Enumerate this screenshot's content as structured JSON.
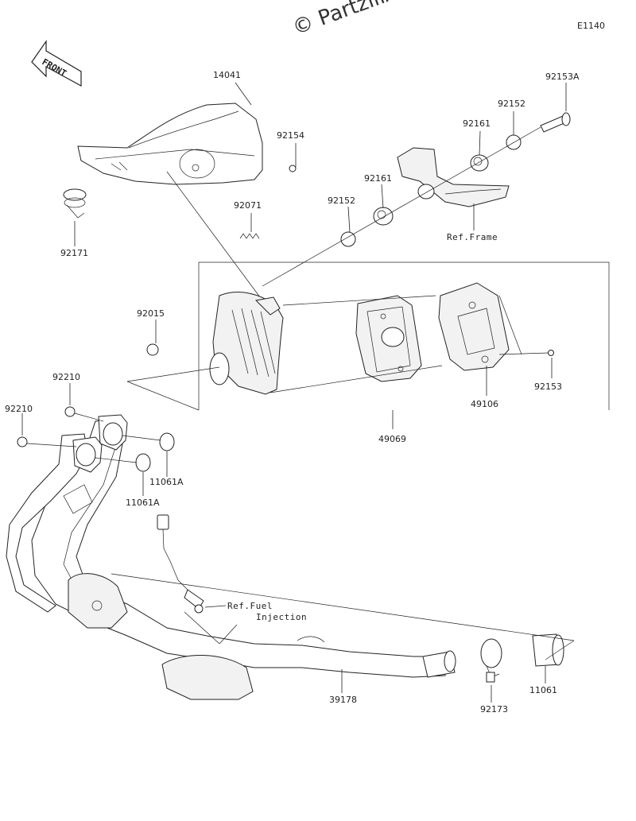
{
  "watermark": "© PartzillA",
  "diagram_code": "E1140",
  "front_label": "FRONT",
  "parts": {
    "p14041": "14041",
    "p92154": "92154",
    "p92171": "92171",
    "p92071": "92071",
    "p92152a": "92152",
    "p92161a": "92161",
    "p92161b": "92161",
    "p92152b": "92152",
    "p92153A": "92153A",
    "p92015": "92015",
    "p92153": "92153",
    "p49106": "49106",
    "p49069": "49069",
    "p92210a": "92210",
    "p92210b": "92210",
    "p11061Aa": "11061A",
    "p11061Ab": "11061A",
    "p39178": "39178",
    "p92173": "92173",
    "p11061": "11061"
  },
  "refs": {
    "frame": "Ref.Frame",
    "fuel_line1": "Ref.Fuel",
    "fuel_line2": "Injection"
  }
}
